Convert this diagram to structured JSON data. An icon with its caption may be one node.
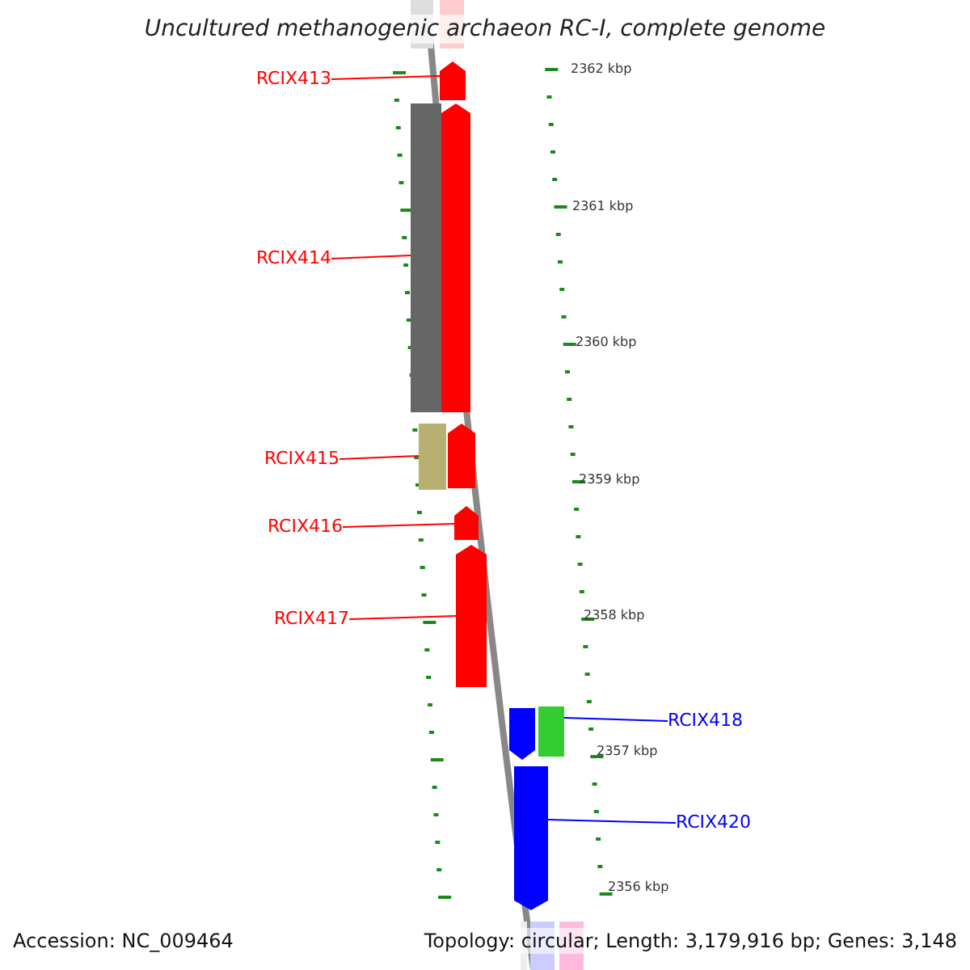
{
  "diagram": {
    "title": "Uncultured methanogenic archaeon RC-I, complete genome",
    "nodes": [
      {
        "text": [
          "RCIX413"
        ]
      },
      {
        "text": [],
        "shape": "pentagon"
      },
      {
        "text": [
          "RCIX414"
        ]
      },
      {
        "text": [],
        "shape": "bar"
      },
      {
        "text": [],
        "shape": "pentagon"
      },
      {
        "text": [
          "RCIX415"
        ]
      },
      {
        "text": [],
        "shape": "bar"
      },
      {
        "text": [],
        "shape": "pentagon"
      },
      {
        "text": [
          "RCIX416"
        ]
      },
      {
        "text": [],
        "shape": "pentagon"
      },
      {
        "text": [
          "RCIX417"
        ]
      },
      {
        "text": [],
        "shape": "pentagon"
      },
      {
        "text": [
          "RCIX418"
        ]
      },
      {
        "text": [],
        "shape": "pentagon"
      },
      {
        "text": [],
        "shape": "bar"
      },
      {
        "text": [
          "RCIX420"
        ]
      },
      {
        "text": [],
        "shape": "pentagon"
      }
    ],
    "edges": [
      {
        "from": 0,
        "to": 1,
        "arrow": "none"
      },
      {
        "from": 2,
        "to": 3,
        "arrow": "none"
      },
      {
        "from": 5,
        "to": 6,
        "arrow": "none"
      },
      {
        "from": 8,
        "to": 9,
        "arrow": "none"
      },
      {
        "from": 10,
        "to": 11,
        "arrow": "none"
      },
      {
        "from": 12,
        "to": 14,
        "arrow": "none",
        "color": "#0000ff"
      },
      {
        "from": 15,
        "to": 16,
        "arrow": "none",
        "color": "#0000ff"
      }
    ],
    "labels": [
      "2362 kbp",
      "2361 kbp",
      "2360 kbp",
      "2359 kbp",
      "2358 kbp",
      "2357 kbp",
      "2356 kbp",
      "Accession: NC_009464",
      "Topology: circular; Length: 3,179,916 bp; Genes: 3,148"
    ]
  }
}
